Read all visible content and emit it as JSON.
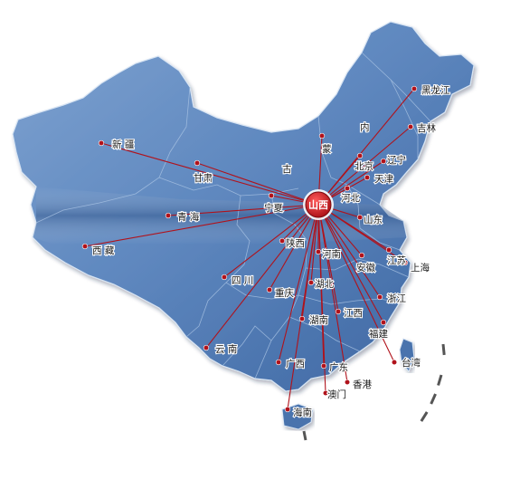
{
  "map": {
    "hub": {
      "id": "shanxi",
      "label": "山西"
    },
    "destinations": [
      {
        "id": "heilongjiang",
        "label": "黑龙江"
      },
      {
        "id": "jilin",
        "label": "吉林"
      },
      {
        "id": "liaoning",
        "label": "辽宁"
      },
      {
        "id": "neimenggu-1",
        "label": "内"
      },
      {
        "id": "neimenggu-2",
        "label": "蒙"
      },
      {
        "id": "neimenggu-3",
        "label": "古"
      },
      {
        "id": "beijing",
        "label": "北京"
      },
      {
        "id": "tianjin",
        "label": "天津"
      },
      {
        "id": "hebei",
        "label": "河北"
      },
      {
        "id": "shandong",
        "label": "山东"
      },
      {
        "id": "xinjiang",
        "label": "新 疆"
      },
      {
        "id": "gansu",
        "label": "甘肃"
      },
      {
        "id": "ningxia",
        "label": "宁夏"
      },
      {
        "id": "qinghai",
        "label": "青 海"
      },
      {
        "id": "xizang",
        "label": "西 藏"
      },
      {
        "id": "shaanxi",
        "label": "陕西"
      },
      {
        "id": "henan",
        "label": "河南"
      },
      {
        "id": "jiangsu",
        "label": "江苏"
      },
      {
        "id": "anhui",
        "label": "安徽"
      },
      {
        "id": "shanghai",
        "label": "上海"
      },
      {
        "id": "sichuan",
        "label": "四 川"
      },
      {
        "id": "chongqing",
        "label": "重庆"
      },
      {
        "id": "hubei",
        "label": "湖北"
      },
      {
        "id": "zhejiang",
        "label": "浙江"
      },
      {
        "id": "hunan",
        "label": "湖南"
      },
      {
        "id": "jiangxi",
        "label": "江西"
      },
      {
        "id": "fujian",
        "label": "福建"
      },
      {
        "id": "yunnan",
        "label": "云 南"
      },
      {
        "id": "guangxi",
        "label": "广西"
      },
      {
        "id": "guangdong",
        "label": "广东"
      },
      {
        "id": "taiwan",
        "label": "台湾"
      },
      {
        "id": "hongkong",
        "label": "香港"
      },
      {
        "id": "macau",
        "label": "澳门"
      },
      {
        "id": "hainan",
        "label": "海南"
      }
    ],
    "colors": {
      "land_dark": "#3f6aa6",
      "land_light": "#6e96c9",
      "border": "#a9c3e3",
      "route": "#b0121b",
      "hub": "#c8161e",
      "label": "#1a1a1a"
    }
  }
}
